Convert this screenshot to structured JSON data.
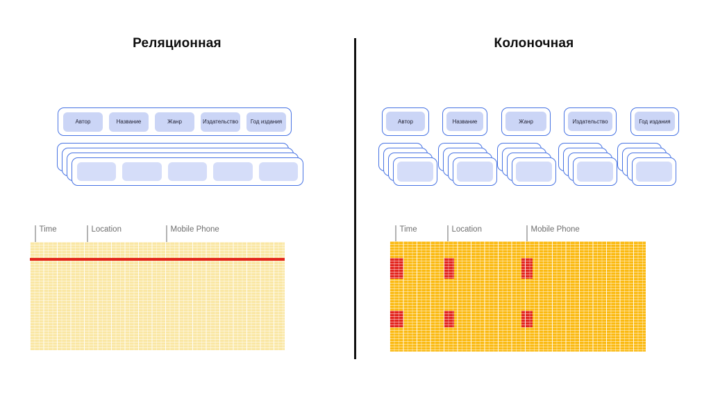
{
  "left_panel": {
    "title": "Реляционная",
    "columns": [
      "Автор",
      "Название",
      "Жанр",
      "Издательство",
      "Год издания"
    ],
    "grid": {
      "labels": [
        "Time",
        "Location",
        "Mobile Phone"
      ]
    }
  },
  "right_panel": {
    "title": "Колоночная",
    "columns": [
      "Автор",
      "Название",
      "Жанр",
      "Издательство",
      "Год издания"
    ],
    "grid": {
      "labels": [
        "Time",
        "Location",
        "Mobile Phone"
      ]
    }
  },
  "colors": {
    "accent_blue": "#4672E3",
    "cell_fill": "#CBD5F6",
    "row_cell_fill": "#D5DDF9",
    "relational_grid": "#FAE7A4",
    "columnar_grid": "#FBBA12",
    "highlight_red": "#E3241D",
    "divider": "#111111",
    "label_gray": "#6E6E6E"
  }
}
